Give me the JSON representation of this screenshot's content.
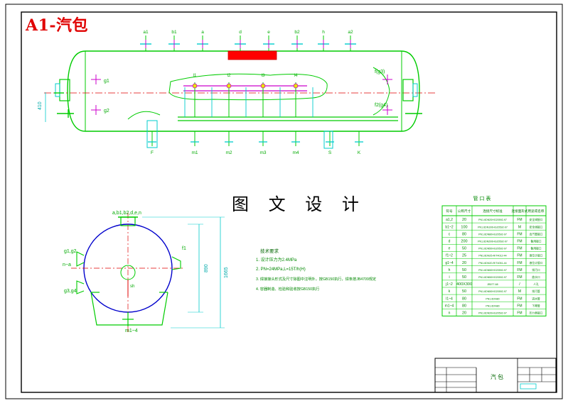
{
  "sheet": {
    "title": "A1-汽包",
    "center_caption": "图 文 设 计"
  },
  "colors": {
    "outline": "#00cc00",
    "centerline": "#e00000",
    "hidden": "#0000cc",
    "dim": "#00cccc",
    "accent": "#ff00ff",
    "magenta": "#cc00cc",
    "fill_red": "#ff0000",
    "yellow": "#e6e600"
  },
  "main_view": {
    "top_labels": [
      "a1",
      "b1",
      "a",
      "d",
      "e",
      "b2",
      "h",
      "a2"
    ],
    "inner_labels": [
      "l1",
      "l2",
      "l3",
      "l4"
    ],
    "bottom_labels": [
      "F",
      "m1",
      "m2",
      "m3",
      "m4",
      "S",
      "K"
    ],
    "left_labels": [
      "g1",
      "g2"
    ],
    "right_labels": [
      "f(g3)",
      "f2(g4)"
    ],
    "side_dim": "410"
  },
  "section_view": {
    "top_label": "a,b1,b2,d,e,n",
    "left_labels": [
      "g1,g2",
      "n~a",
      "g3,g4"
    ],
    "right_label": "f1",
    "bottom_label": "m1~4",
    "dims": [
      "890",
      "1665"
    ],
    "inner_labels": [
      "sh"
    ]
  },
  "notes": {
    "heading": "技术要求",
    "lines": [
      "1. 设计压力为2.4MPa",
      "2. PN=24MPa,L=15T/h(H)",
      "3. 焊接接头形式及尺寸除图中注明外，按GB150执行，焊条按JB4709规定",
      "4. 容器制造、检验和验收按GB150执行"
    ]
  },
  "nozzle_table": {
    "title": "管 口 表",
    "headers": [
      "符号",
      "公称尺寸",
      "连接尺寸标准",
      "连接面形式",
      "用途或名称"
    ],
    "rows": [
      [
        "a1,2",
        "20",
        "PN1.6DN20HG20592-97",
        "FM",
        "安全阀接口"
      ],
      [
        "b1~2",
        "100",
        "PN1.6DN100HG20592-97",
        "M",
        "安全阀接口"
      ],
      [
        "c",
        "80",
        "PN1.6DN80HG20592-97",
        "FM",
        "出汽管接口"
      ],
      [
        "d",
        "200",
        "PN1.6DN200HG20592-97",
        "FM",
        "备用接口"
      ],
      [
        "e",
        "50",
        "PN1.6DN50HG20592-97",
        "FM",
        "备用接口"
      ],
      [
        "f1~2",
        "25",
        "PN1.6DN25-R/T4012-44",
        "FM",
        "液位计接口"
      ],
      [
        "g1~4",
        "20",
        "PN1.6DN20-R/T4051-44",
        "FM",
        "液位计接口"
      ],
      [
        "h",
        "50",
        "PN1.6DN50HG20592-97",
        "FM",
        "排污口"
      ],
      [
        "i",
        "50",
        "PN1.6DN50HG20592-97",
        "FM",
        "放水口"
      ],
      [
        "j1~2",
        "400X300",
        "JB577-68",
        "/",
        "人孔"
      ],
      [
        "k",
        "50",
        "PN1.6DN50HG20592-97",
        "M",
        "排污管"
      ],
      [
        "l1~4",
        "80",
        "PN1.6DN80",
        "FM",
        "进水管"
      ],
      [
        "m1~4",
        "80",
        "PN1.6DN80",
        "FM",
        "下降管"
      ],
      [
        "n",
        "20",
        "PN1.6DN20HG20592-97",
        "FM",
        "压力表接口"
      ]
    ]
  },
  "title_block": {
    "drawing_name": "汽 包"
  }
}
